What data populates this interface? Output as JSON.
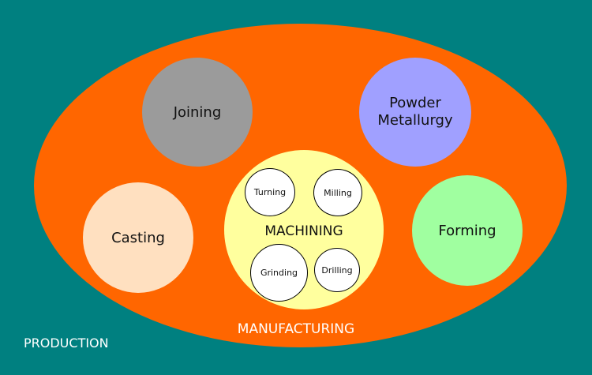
{
  "diagram": {
    "outer_label": "PRODUCTION",
    "main_label": "MANUFACTURING",
    "processes": {
      "joining": "Joining",
      "powder_metallurgy": {
        "line1": "Powder",
        "line2": "Metallurgy"
      },
      "casting": "Casting",
      "forming": "Forming",
      "machining": "MACHINING"
    },
    "machining_subprocesses": {
      "turning": "Turning",
      "milling": "Milling",
      "grinding": "Grinding",
      "drilling": "Drilling"
    }
  },
  "colors": {
    "background": "#008080",
    "manufacturing": "#ff6600",
    "joining": "#9b9b9b",
    "powder_metallurgy": "#a0a0ff",
    "casting": "#ffe0c0",
    "forming": "#a0ffa0",
    "machining": "#ffff9e",
    "subprocess": "#ffffff"
  }
}
